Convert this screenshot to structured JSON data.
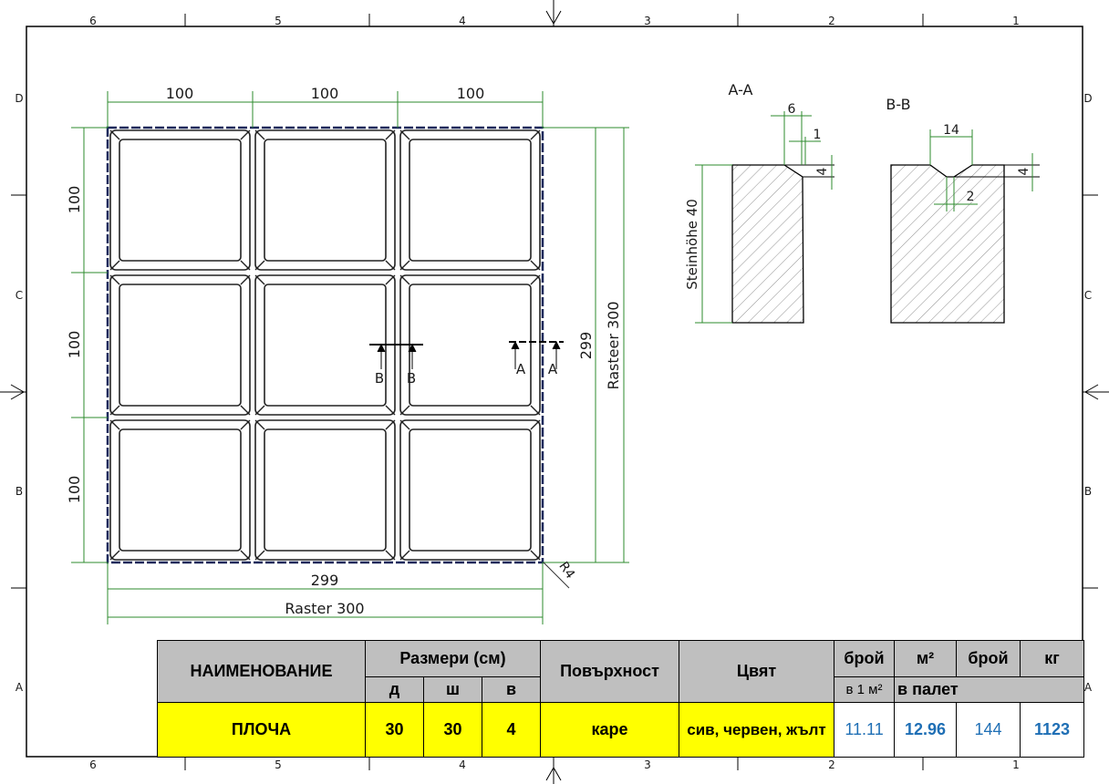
{
  "border": {
    "columns": [
      "6",
      "5",
      "4",
      "3",
      "2",
      "1"
    ],
    "rows": [
      "D",
      "C",
      "B",
      "A"
    ]
  },
  "plan": {
    "top_dims": [
      "100",
      "100",
      "100"
    ],
    "left_dims": [
      "100",
      "100",
      "100"
    ],
    "bottom_inner": "299",
    "bottom_outer": "Raster 300",
    "right_inner": "299",
    "right_outer": "Rasteer 300",
    "radius": "R4",
    "section_marks": [
      "B",
      "B",
      "A",
      "A"
    ]
  },
  "section_aa": {
    "title": "A-A",
    "dims": [
      "6",
      "1",
      "4"
    ],
    "height_label": "Steinhöhe 40"
  },
  "section_bb": {
    "title": "B-B",
    "dims": [
      "14",
      "4",
      "2"
    ]
  },
  "table": {
    "headers": {
      "name": "НАИМЕНОВАНИЕ",
      "sizes": "Размери (см)",
      "length": "д",
      "width": "ш",
      "height": "в",
      "surface": "Повърхност",
      "color": "Цвят",
      "count": "брой",
      "per_m2": "в 1 м²",
      "m2": "м²",
      "count2": "брой",
      "kg": "кг",
      "on_pallet": "в палет"
    },
    "row": {
      "name": "ПЛОЧА",
      "length": "30",
      "width": "30",
      "height": "4",
      "surface": "каре",
      "color": "сив, червен, жълт",
      "per_m2": "11.11",
      "m2": "12.96",
      "count": "144",
      "kg": "1123"
    }
  }
}
